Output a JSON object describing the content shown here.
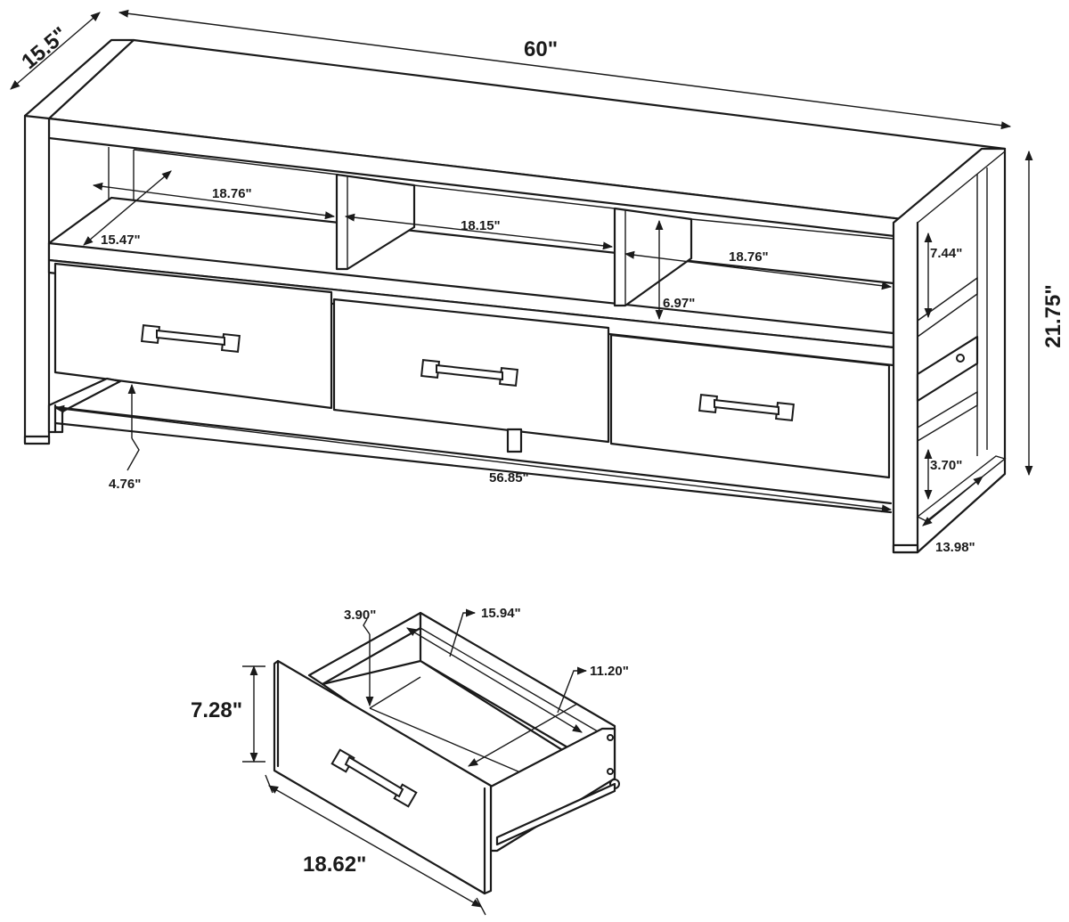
{
  "dimensions": {
    "overall_width": "60\"",
    "overall_depth": "15.5\"",
    "overall_height": "21.75\"",
    "left_shelf_width": "18.76\"",
    "center_shelf_width": "18.15\"",
    "right_shelf_width": "18.76\"",
    "shelf_depth": "15.47\"",
    "side_opening_height": "7.44\"",
    "shelf_opening_height": "6.97\"",
    "bottom_clearance": "4.76\"",
    "interior_width": "56.85\"",
    "side_bottom_height": "3.70\"",
    "side_depth": "13.98\""
  },
  "drawer": {
    "interior_depth": "3.90\"",
    "interior_length": "15.94\"",
    "interior_width": "11.20\"",
    "front_height": "7.28\"",
    "front_width": "18.62\""
  }
}
